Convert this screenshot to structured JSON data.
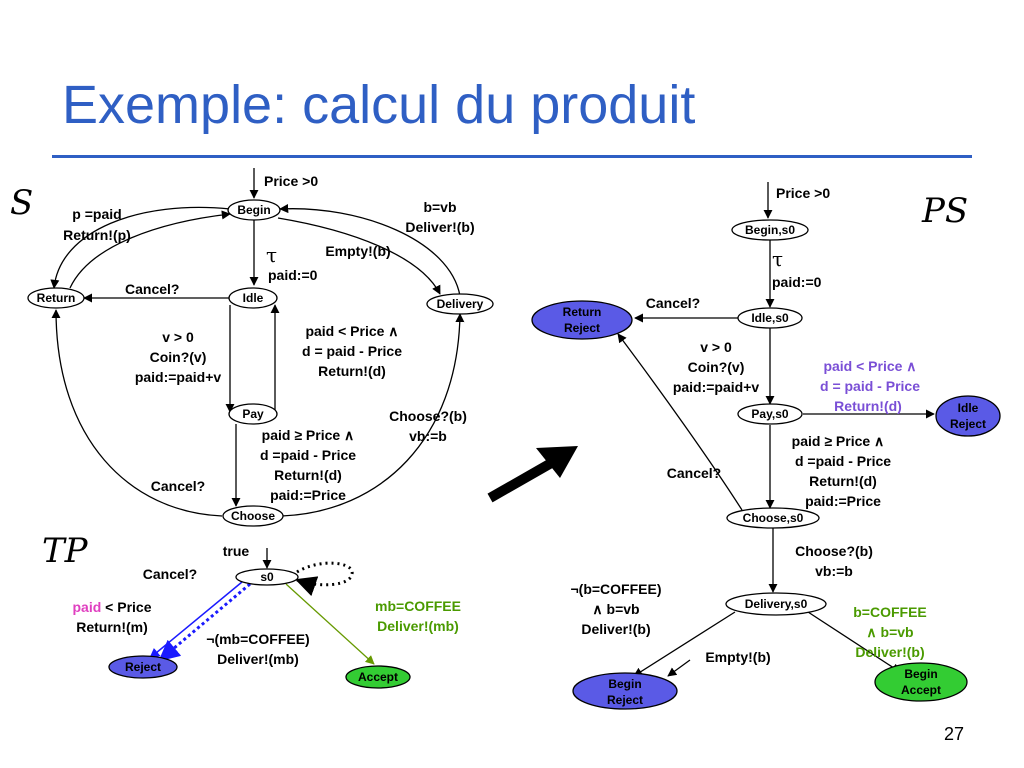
{
  "slide": {
    "title": "Exemple: calcul du produit",
    "page_number": "27"
  },
  "labels": {
    "S": "S",
    "PS": "PS",
    "TP": "TP",
    "tau": "τ"
  },
  "colors": {
    "title_blue": "#2f5fc4",
    "node_blue": "#5a5ae6",
    "node_green": "#33cc33",
    "edge_blue": "#1a1aff",
    "edge_green": "#669900",
    "text_purple": "#7a4fd6",
    "text_green": "#4a9a00",
    "text_magenta": "#e040c0"
  },
  "s_automaton": {
    "nodes": {
      "begin": "Begin",
      "idle": "Idle",
      "pay": "Pay",
      "choose": "Choose",
      "return": "Return",
      "delivery": "Delivery"
    },
    "edges": {
      "init": "Price >0",
      "p_paid_1": "p =paid",
      "p_paid_2": "Return!(p)",
      "bvb_1": "b=vb",
      "bvb_2": "Deliver!(b)",
      "empty": "Empty!(b)",
      "paid0": "paid:=0",
      "cancel1": "Cancel?",
      "coin_1": "v > 0",
      "coin_2": "Coin?(v)",
      "coin_3": "paid:=paid+v",
      "lt_1": "paid < Price ∧",
      "lt_2": "d = paid - Price",
      "lt_3": "Return!(d)",
      "ge_1": "paid ≥ Price ∧",
      "ge_2": "d =paid - Price",
      "ge_3": "Return!(d)",
      "ge_4": "paid:=Price",
      "choose_1": "Choose?(b)",
      "choose_2": "vb:=b",
      "cancel2": "Cancel?"
    }
  },
  "tp_automaton": {
    "nodes": {
      "s0": "s0",
      "reject": "Reject",
      "accept": "Accept"
    },
    "edges": {
      "init": "true",
      "cancel": "Cancel?",
      "paid_word": "paid",
      "paid_rest": " < Price",
      "paid_2": "Return!(m)",
      "notmb_1": "¬(mb=COFFEE)",
      "notmb_2": "Deliver!(mb)",
      "mb_1": "mb=COFFEE",
      "mb_2": "Deliver!(mb)"
    }
  },
  "ps_automaton": {
    "nodes": {
      "begin": "Begin,s0",
      "idle": "Idle,s0",
      "pay": "Pay,s0",
      "choose": "Choose,s0",
      "delivery": "Delivery,s0",
      "return_reject_1": "Return",
      "return_reject_2": "Reject",
      "idle_reject_1": "Idle",
      "idle_reject_2": "Reject",
      "begin_reject_1": "Begin",
      "begin_reject_2": "Reject",
      "begin_accept_1": "Begin",
      "begin_accept_2": "Accept"
    },
    "edges": {
      "init": "Price >0",
      "paid0": "paid:=0",
      "cancel1": "Cancel?",
      "coin_1": "v > 0",
      "coin_2": "Coin?(v)",
      "coin_3": "paid:=paid+v",
      "lt_1": "paid < Price ∧",
      "lt_2": "d = paid - Price",
      "lt_3": "Return!(d)",
      "ge_1": "paid ≥ Price ∧",
      "ge_2": "d =paid - Price",
      "ge_3": "Return!(d)",
      "ge_4": "paid:=Price",
      "cancel2": "Cancel?",
      "choose_1": "Choose?(b)",
      "choose_2": "vb:=b",
      "notb_1": "¬(b=COFFEE)",
      "notb_2": "∧ b=vb",
      "notb_3": "Deliver!(b)",
      "b_1": "b=COFFEE",
      "b_2": "∧ b=vb",
      "b_3": "Deliver!(b)",
      "empty": "Empty!(b)"
    }
  }
}
